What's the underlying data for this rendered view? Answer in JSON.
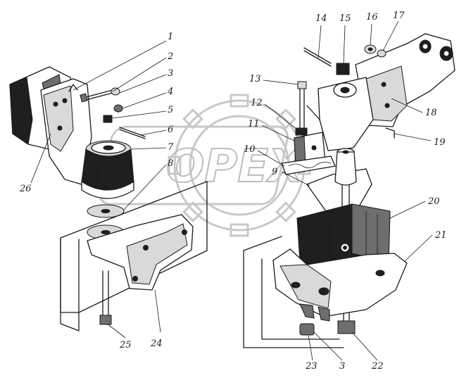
{
  "diagram": {
    "watermark_text": "OPEX",
    "callouts": [
      {
        "id": "c1",
        "text": "1"
      },
      {
        "id": "c2",
        "text": "2"
      },
      {
        "id": "c3",
        "text": "3"
      },
      {
        "id": "c4",
        "text": "4"
      },
      {
        "id": "c5",
        "text": "5"
      },
      {
        "id": "c6",
        "text": "6"
      },
      {
        "id": "c7",
        "text": "7"
      },
      {
        "id": "c8",
        "text": "8"
      },
      {
        "id": "c9",
        "text": "9"
      },
      {
        "id": "c10",
        "text": "10"
      },
      {
        "id": "c11",
        "text": "11"
      },
      {
        "id": "c12",
        "text": "12"
      },
      {
        "id": "c13",
        "text": "13"
      },
      {
        "id": "c14",
        "text": "14"
      },
      {
        "id": "c15",
        "text": "15"
      },
      {
        "id": "c16",
        "text": "16"
      },
      {
        "id": "c17",
        "text": "17"
      },
      {
        "id": "c18",
        "text": "18"
      },
      {
        "id": "c19",
        "text": "19"
      },
      {
        "id": "c20",
        "text": "20"
      },
      {
        "id": "c21",
        "text": "21"
      },
      {
        "id": "c22",
        "text": "22"
      },
      {
        "id": "c23",
        "text": "23"
      },
      {
        "id": "c24",
        "text": "24"
      },
      {
        "id": "c25",
        "text": "25"
      },
      {
        "id": "c26",
        "text": "26"
      },
      {
        "id": "c3b",
        "text": "3"
      }
    ]
  }
}
